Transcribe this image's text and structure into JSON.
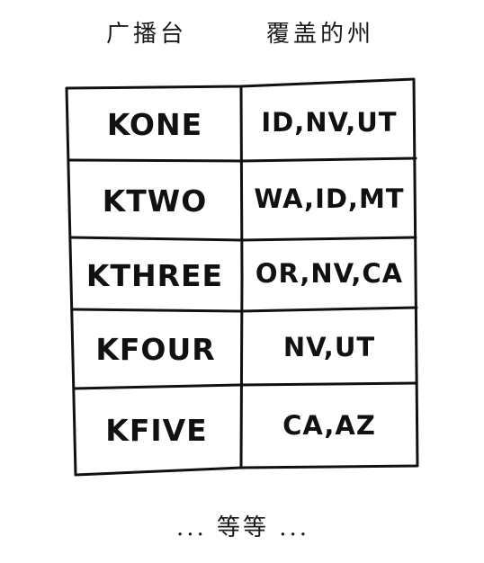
{
  "headers": {
    "station": "广播台",
    "states": "覆盖的州"
  },
  "rows": [
    {
      "station": "KONE",
      "states": "ID,NV,UT"
    },
    {
      "station": "KTWO",
      "states": "WA,ID,MT"
    },
    {
      "station": "KTHREE",
      "states": "OR,NV,CA"
    },
    {
      "station": "KFOUR",
      "states": "NV,UT"
    },
    {
      "station": "KFIVE",
      "states": "CA,AZ"
    }
  ],
  "footer": "... 等等 ..."
}
